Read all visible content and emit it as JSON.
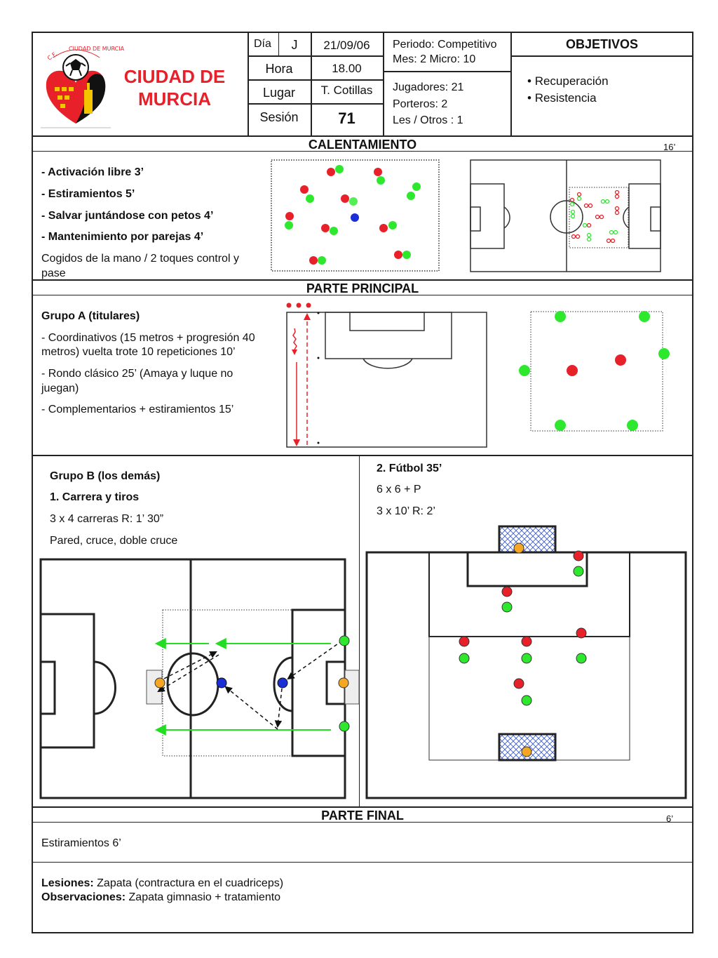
{
  "header": {
    "club_name_line1": "CIUDAD DE",
    "club_name_line2": "MURCIA",
    "dia_label": "Día",
    "dia_value": "J",
    "date": "21/09/06",
    "hora_label": "Hora",
    "hora_value": "18.00",
    "lugar_label": "Lugar",
    "lugar_value": "T. Cotillas",
    "sesion_label": "Sesión",
    "sesion_value": "71",
    "periodo": "Periodo: Competitivo",
    "mes_micro": "Mes: 2  Micro: 10",
    "jugadores": "Jugadores:  21",
    "porteros": "Porteros: 2",
    "les_otros": "Les / Otros : 1",
    "objetivos_title": "OBJETIVOS",
    "objetivos": [
      "Recuperación",
      "Resistencia"
    ]
  },
  "calentamiento": {
    "title": "CALENTAMIENTO",
    "duration": "16’",
    "items": [
      "- Activación  libre    3’",
      "- Estiramientos  5’",
      "- Salvar juntándose con petos 4’",
      "- Mantenimiento por parejas  4’"
    ],
    "note_line1": "Cogidos de la mano / 2 toques control y",
    "note_line2": "pase"
  },
  "principal": {
    "title": "PARTE PRINCIPAL",
    "grupo_a_title": "Grupo A (titulares)",
    "grupo_a_lines": [
      "- Coordinativos (15 metros  + progresión 40",
      "metros) vuelta trote 10 repeticiones  10’",
      "- Rondo clásico 25’ (Amaya y luque no",
      "juegan)",
      "- Complementarios + estiramientos 15’"
    ],
    "grupo_b_title": "Grupo B (los demás)",
    "grupo_b_sub": "1. Carrera y tiros",
    "grupo_b_lines": [
      "3 x 4 carreras R: 1’ 30”",
      "Pared, cruce, doble cruce"
    ],
    "futbol_title": "2. Fútbol  35’",
    "futbol_lines": [
      "6 x 6 + P",
      "3 x 10’ R: 2’"
    ]
  },
  "final": {
    "title": "PARTE FINAL",
    "duration": "6’",
    "text": "Estiramientos  6’",
    "lesiones_label": "Lesiones:",
    "lesiones_value": "Zapata (contractura en el cuadriceps)",
    "observaciones_label": "Observaciones:",
    "observaciones_value": "Zapata gimnasio + tratamiento"
  },
  "colors": {
    "red_text": "#e8202a",
    "player_red": "#e8202a",
    "player_green": "#2ee82e",
    "player_blue": "#1b2fd6",
    "player_orange": "#f5a623",
    "arrow_green": "#22dd22"
  }
}
